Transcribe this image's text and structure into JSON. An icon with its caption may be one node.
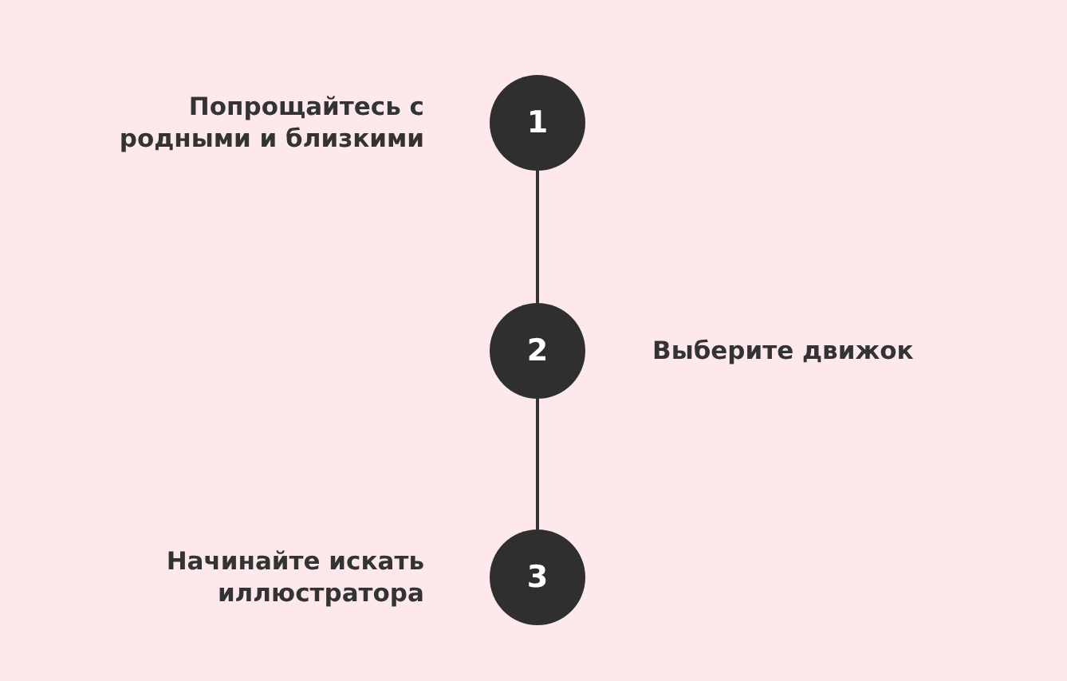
{
  "diagram": {
    "nodes": [
      {
        "text": [
          "1"
        ],
        "beside": [
          "Попрощайтесь с родными и близкими"
        ]
      },
      {
        "text": [
          "2"
        ],
        "beside": [
          "Выберите движок"
        ]
      },
      {
        "text": [
          "3"
        ],
        "beside": [
          "Начинайте искать иллюстратора"
        ]
      }
    ],
    "edges": [
      {
        "from": 0,
        "to": 1,
        "arrow": "none"
      },
      {
        "from": 1,
        "to": 2,
        "arrow": "none"
      }
    ]
  }
}
